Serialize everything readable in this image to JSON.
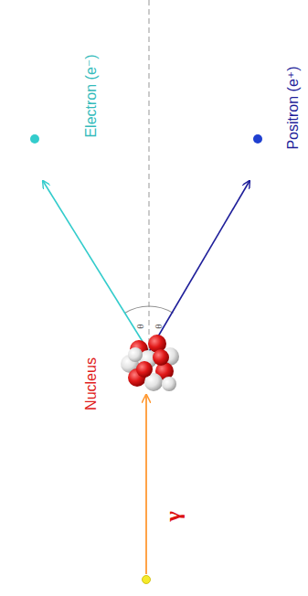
{
  "diagram": {
    "labels": [
      "Electron (e⁻)",
      "Positron (e⁺)",
      "θ",
      "θ",
      "Nucleus",
      "γ"
    ]
  }
}
